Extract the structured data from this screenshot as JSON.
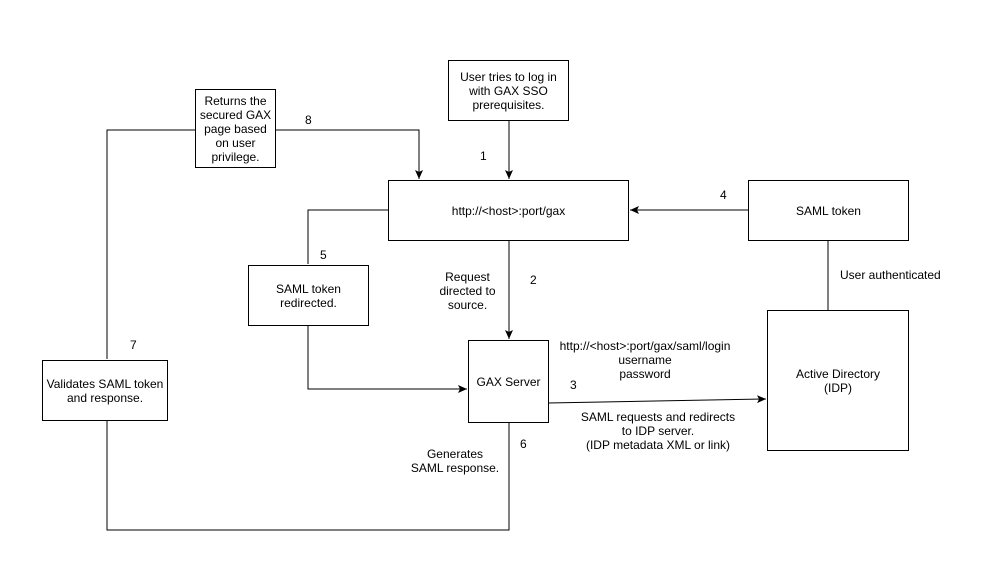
{
  "nodes": {
    "user_login": "User tries to log in with GAX SSO prerequisites.",
    "returns_page": "Returns the secured GAX page based on user privilege.",
    "gax_url": "http://<host>:port/gax",
    "saml_token": "SAML token",
    "saml_redirected": "SAML token redirected.",
    "validates": "Validates SAML token and response.",
    "gax_server": "GAX Server",
    "active_directory": "Active Directory (IDP)"
  },
  "labels": {
    "request_directed": [
      "Request",
      "directed to",
      "source."
    ],
    "user_authenticated": "User authenticated",
    "login_url": [
      "http://<host>:port/gax/saml/login",
      "username",
      "password"
    ],
    "saml_requests": [
      "SAML requests and redirects",
      "to IDP server.",
      "(IDP metadata XML or link)"
    ],
    "generates": [
      "Generates",
      "SAML response."
    ]
  },
  "steps": [
    "1",
    "2",
    "3",
    "4",
    "5",
    "6",
    "7",
    "8"
  ]
}
